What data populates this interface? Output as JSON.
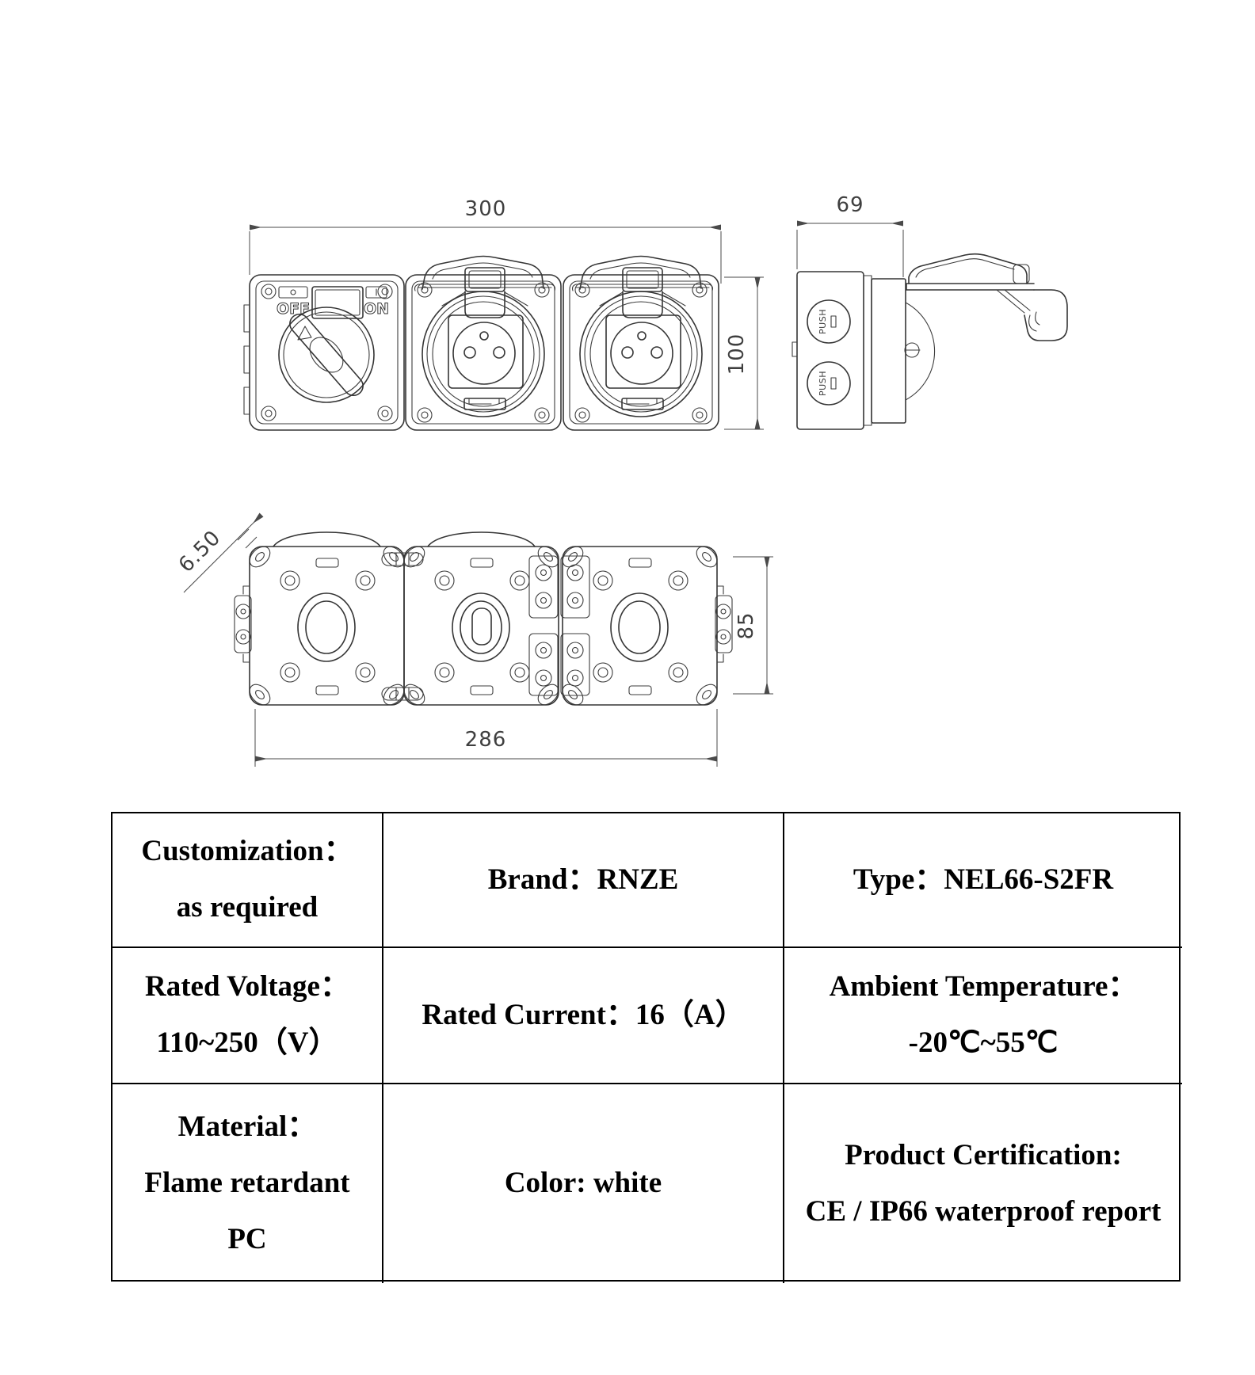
{
  "drawings": {
    "front_view": {
      "width_label": "300",
      "height_label": "100",
      "switch_off": "OFF",
      "switch_on": "ON"
    },
    "side_view": {
      "depth_label": "69",
      "knockout_label": "PUSH"
    },
    "back_view": {
      "screw_hole_label": "6.50",
      "height_label": "85",
      "width_label": "286"
    }
  },
  "spec_table": {
    "rows": [
      {
        "cells": [
          {
            "lines": [
              "Customization：",
              "as required"
            ]
          },
          {
            "lines": [
              "Brand：RNZE"
            ]
          },
          {
            "lines": [
              "Type：NEL66-S2FR"
            ]
          }
        ]
      },
      {
        "cells": [
          {
            "lines": [
              "Rated Voltage：",
              "110~250（V）"
            ]
          },
          {
            "lines": [
              "Rated Current：16（A）"
            ]
          },
          {
            "lines": [
              "Ambient Temperature：",
              "-20℃~55℃"
            ]
          }
        ]
      },
      {
        "cells": [
          {
            "lines": [
              "Material：",
              "Flame retardant",
              "PC"
            ]
          },
          {
            "lines": [
              "Color: white"
            ]
          },
          {
            "lines": [
              "Product Certification:",
              "CE / IP66 waterproof report"
            ]
          }
        ]
      }
    ]
  }
}
